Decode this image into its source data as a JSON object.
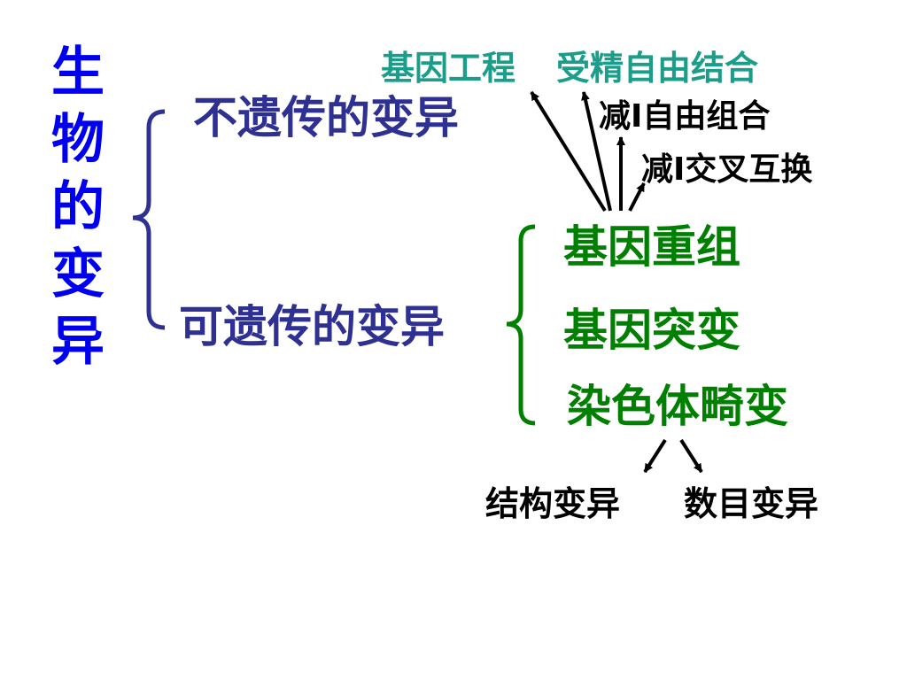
{
  "colors": {
    "title": "#0000ee",
    "branch": "#2e3192",
    "green": "#008000",
    "teal": "#1a9e8a",
    "black": "#000000"
  },
  "title_chars": [
    "生",
    "物",
    "的",
    "变",
    "异"
  ],
  "branches": {
    "non_heritable": "不遗传的变异",
    "heritable": "可遗传的变异"
  },
  "heritable_types": {
    "recombination": "基因重组",
    "mutation": "基因突变",
    "chromosome": "染色体畸变"
  },
  "recombination_sources": {
    "engineering": "基因工程",
    "fertilization": "受精自由结合",
    "meiosis_free": "减Ⅰ自由组合",
    "meiosis_cross": "减Ⅰ交叉互换"
  },
  "chromosome_variations": {
    "structural": "结构变异",
    "numerical": "数目变异"
  }
}
